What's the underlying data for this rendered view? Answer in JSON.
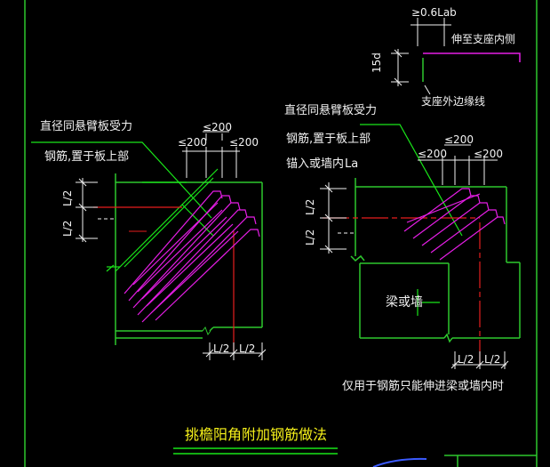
{
  "texts": {
    "top_right_dim": "≥0.6Lab",
    "top_right_extend": "伸至支座内侧",
    "top_right_15d": "15d",
    "top_right_support_edge": "支座外边缘线",
    "left_note_line1": "直径同悬臂板受力",
    "left_note_line2": "钢筋,置于板上部",
    "left_le200_a": "≤200",
    "left_le200_b": "≤200",
    "left_le200_c": "≤200",
    "left_L2_upper": "L/2",
    "left_L2_lower": "L/2",
    "left_bottom_L2_a": "L/2",
    "left_bottom_L2_b": "L/2",
    "right_note_line1": "直径同悬臂板受力",
    "right_note_line2": "钢筋,置于板上部",
    "right_note_line3": "锚入或墙内",
    "right_note_La": "La",
    "right_le200_a": "≤200",
    "right_le200_b": "≤200",
    "right_le200_c": "≤200",
    "right_L2_upper": "L/2",
    "right_L2_lower": "L/2",
    "right_bottom_L2_a": "L/2",
    "right_bottom_L2_b": "L/2",
    "beam_or_wall": "梁或墙",
    "note_only_when": "仅用于钢筋只能伸进梁或墙内时",
    "title": "挑檐阳角附加钢筋做法"
  },
  "colors": {
    "background": "#000000",
    "frame": "#2ec82e",
    "bright_green": "#19e619",
    "rebar": "#e61ee6",
    "axis": "#e61e1e",
    "dimension": "#f2f2f2",
    "title": "#f7f21a",
    "accent_blue": "#3b5bff"
  }
}
